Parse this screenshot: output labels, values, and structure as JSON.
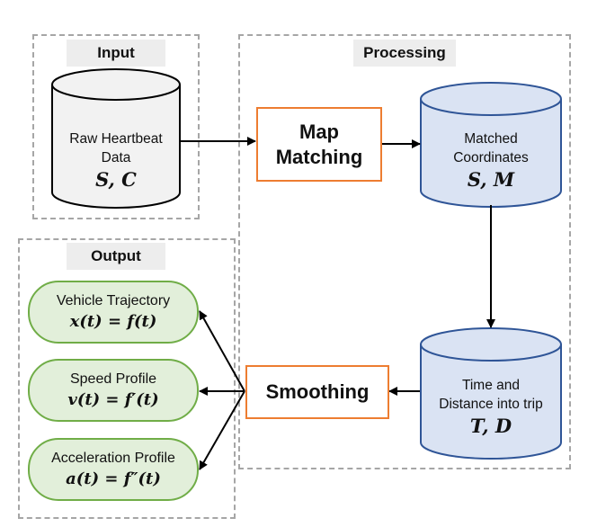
{
  "groups": {
    "input": "Input",
    "processing": "Processing",
    "output": "Output"
  },
  "nodes": {
    "raw_data": {
      "line1": "Raw Heartbeat",
      "line2": "Data",
      "math": "S, C"
    },
    "map_matching": {
      "line1": "Map",
      "line2": "Matching"
    },
    "matched_coords": {
      "line1": "Matched",
      "line2": "Coordinates",
      "math": "S, M"
    },
    "time_distance": {
      "line1": "Time and",
      "line2": "Distance into trip",
      "math": "T, D"
    },
    "smoothing": {
      "label": "Smoothing"
    },
    "vehicle_trajectory": {
      "label": "Vehicle Trajectory",
      "math": "x(t) = f(t)"
    },
    "speed_profile": {
      "label": "Speed Profile",
      "math": "v(t) = f′(t)"
    },
    "acceleration_profile": {
      "label": "Acceleration Profile",
      "math": "a(t) = f″(t)"
    }
  },
  "colors": {
    "process_border": "#ed7d31",
    "db_fill_processing": "#dae3f3",
    "db_stroke_processing": "#2f5597",
    "db_fill_input": "#f2f2f2",
    "output_fill": "#e2efda",
    "output_border": "#70ad47",
    "dashed_border": "#a6a6a6"
  }
}
